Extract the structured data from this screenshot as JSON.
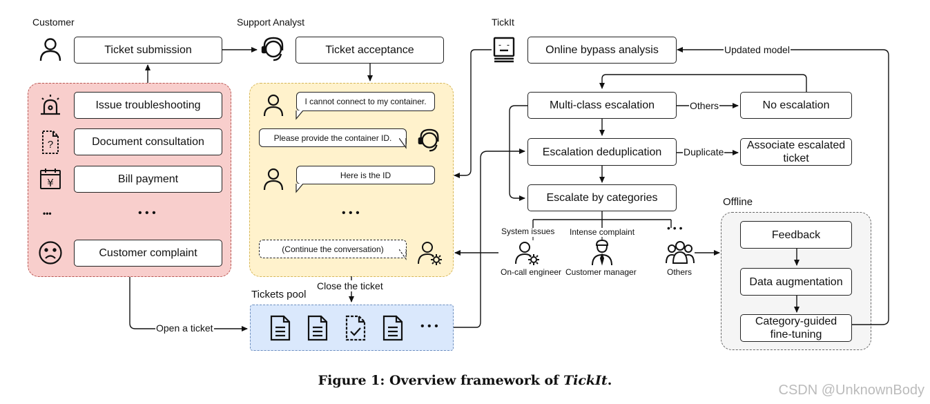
{
  "actors": {
    "customer": "Customer",
    "analyst": "Support Analyst",
    "tickit": "TickIt"
  },
  "customer_flow": {
    "submission": "Ticket submission",
    "items": [
      "Issue troubleshooting",
      "Document consultation",
      "Bill payment",
      "Customer complaint"
    ],
    "ellipsis_icon": "•••",
    "ellipsis": "• • •"
  },
  "analyst_flow": {
    "acceptance": "Ticket acceptance",
    "messages": [
      "I cannot connect to my container.",
      "Please provide the container ID.",
      "Here is the ID"
    ],
    "ellipsis": "• • •",
    "continue": "(Continue the conversation)",
    "close": "Close the ticket"
  },
  "pool": {
    "title": "Tickets pool",
    "open": "Open a ticket",
    "ellipsis": "• • •"
  },
  "tickit_flow": {
    "online": "Online bypass analysis",
    "updated": "Updated model",
    "multiclass": "Multi-class escalation",
    "others_edge": "Others",
    "no_escalation": "No escalation",
    "dedup": "Escalation deduplication",
    "duplicate_edge": "Duplicate",
    "associate": "Associate escalated ticket",
    "categories": "Escalate by categories",
    "cat_labels": [
      "System issues",
      "Intense complaint",
      "• • •"
    ],
    "roles": [
      "On-call engineer",
      "Customer manager",
      "Others"
    ]
  },
  "offline": {
    "title": "Offline",
    "steps": [
      "Feedback",
      "Data augmentation",
      "Category-guided fine-tuning"
    ]
  },
  "caption": {
    "prefix": "Figure 1: Overview framework of ",
    "name": "TickIt",
    "suffix": "."
  },
  "watermark": "CSDN @UnknownBody",
  "colors": {
    "red_region": "#f8cecc",
    "red_border": "#b85450",
    "yellow_region": "#fff2cc",
    "blue_region": "#dae8fc",
    "gray_region": "#f5f5f5"
  }
}
